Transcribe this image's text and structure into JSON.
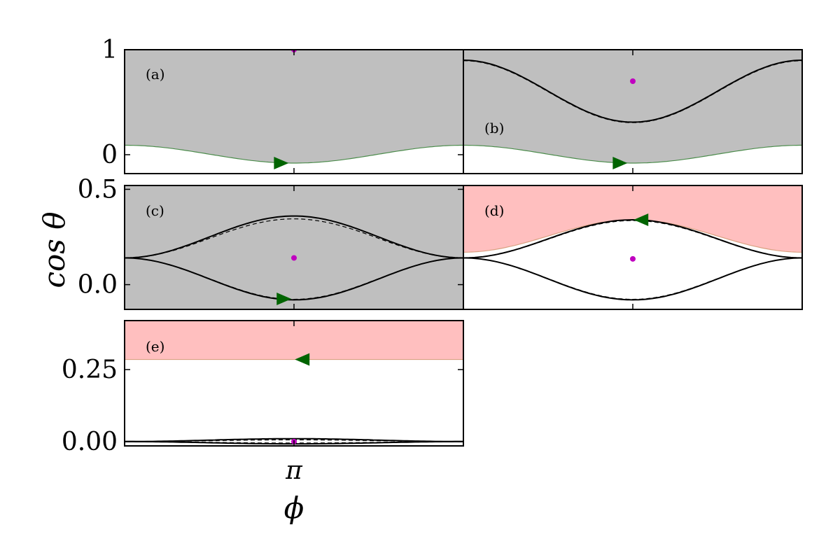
{
  "chart_data": {
    "type": "area",
    "title": "",
    "xlabel": "ϕ",
    "ylabel": "cos θ",
    "x_tick_label": "π",
    "colors": {
      "gray_fill": "#bfbfbf",
      "pink_fill": "#ffbfbf",
      "separatrix": "#000000",
      "boundary_green": "#4c8c4c",
      "boundary_orange": "#d9a080",
      "fixed_point": "#c000c0",
      "arrow": "#006400"
    },
    "panels": [
      {
        "label": "(a)",
        "xlim": [
          0,
          6.2832
        ],
        "ylim": [
          -0.18,
          1.0
        ],
        "y_ticks": [
          {
            "value": 0,
            "label": "0"
          },
          {
            "value": 1,
            "label": "1"
          }
        ],
        "region": {
          "fill": "gray",
          "above_curve": true,
          "curve_center": -0.08,
          "curve_edge": 0.09
        },
        "separatrix": null,
        "fixed_point": {
          "phi": 3.1416,
          "cos_theta": 1.0
        },
        "arrow": {
          "phi": 2.9,
          "cos_theta": -0.08,
          "direction": "right"
        }
      },
      {
        "label": "(b)",
        "xlim": [
          0,
          6.2832
        ],
        "ylim": [
          -0.18,
          1.0
        ],
        "y_ticks": [],
        "region": {
          "fill": "gray",
          "above_curve": true,
          "curve_center": -0.08,
          "curve_edge": 0.09
        },
        "separatrix": {
          "center": 0.31,
          "edge": 0.9,
          "dashed_offset": 0.0
        },
        "fixed_point": {
          "phi": 3.1416,
          "cos_theta": 0.7
        },
        "arrow": {
          "phi": 2.9,
          "cos_theta": -0.08,
          "direction": "right"
        }
      },
      {
        "label": "(c)",
        "xlim": [
          0,
          6.2832
        ],
        "ylim": [
          -0.13,
          0.52
        ],
        "y_ticks": [
          {
            "value": 0,
            "label": "0.0"
          },
          {
            "value": 0.5,
            "label": "0.5"
          }
        ],
        "region": {
          "fill": "gray",
          "full": true
        },
        "separatrix": {
          "upper_center": 0.36,
          "upper_dashed_center": 0.345,
          "lower_center": -0.08,
          "edge": 0.14
        },
        "fixed_point": {
          "phi": 3.1416,
          "cos_theta": 0.14
        },
        "arrow": {
          "phi": 2.95,
          "cos_theta": -0.075,
          "direction": "right"
        }
      },
      {
        "label": "(d)",
        "xlim": [
          0,
          6.2832
        ],
        "ylim": [
          -0.13,
          0.52
        ],
        "y_ticks": [],
        "region": {
          "fill": "pink",
          "above_curve": true,
          "curve_center": 0.34,
          "curve_edge": 0.17
        },
        "separatrix": {
          "upper_center": 0.34,
          "lower_center": -0.08,
          "edge": 0.14
        },
        "fixed_point": {
          "phi": 3.1416,
          "cos_theta": 0.135
        },
        "arrow": {
          "phi": 3.3,
          "cos_theta": 0.34,
          "direction": "left"
        }
      },
      {
        "label": "(e)",
        "xlim": [
          0,
          6.2832
        ],
        "ylim": [
          -0.015,
          0.42
        ],
        "y_ticks": [
          {
            "value": 0,
            "label": "0.00"
          },
          {
            "value": 0.25,
            "label": "0.25"
          }
        ],
        "region": {
          "fill": "pink",
          "above_const": 0.285
        },
        "separatrix": {
          "upper_center": 0.01,
          "lower_center": -0.008,
          "edge": 0.0
        },
        "fixed_point": {
          "phi": 3.1416,
          "cos_theta": 0.0
        },
        "arrow": {
          "phi": 3.3,
          "cos_theta": 0.285,
          "direction": "left"
        }
      }
    ]
  }
}
